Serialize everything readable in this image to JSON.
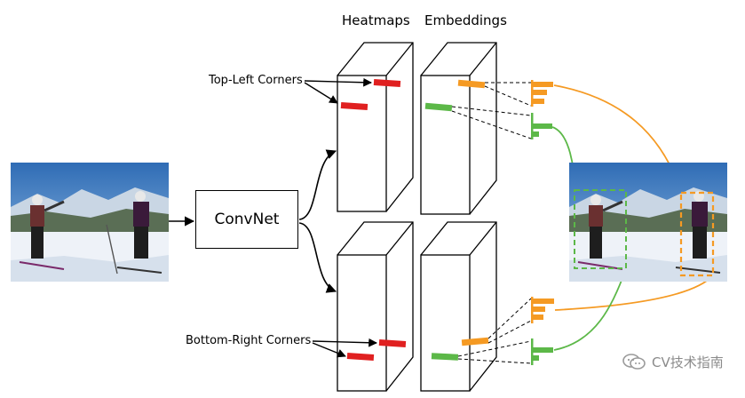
{
  "headers": {
    "heatmaps": "Heatmaps",
    "embeddings": "Embeddings"
  },
  "labels": {
    "top_left": "Top-Left Corners",
    "bottom_right": "Bottom-Right Corners",
    "convnet": "ConvNet"
  },
  "watermark": "CV技术指南",
  "colors": {
    "red": "#e02020",
    "orange": "#f59a23",
    "green": "#5cb848",
    "sky": "#3a78c0",
    "snow": "#eef2f8"
  }
}
